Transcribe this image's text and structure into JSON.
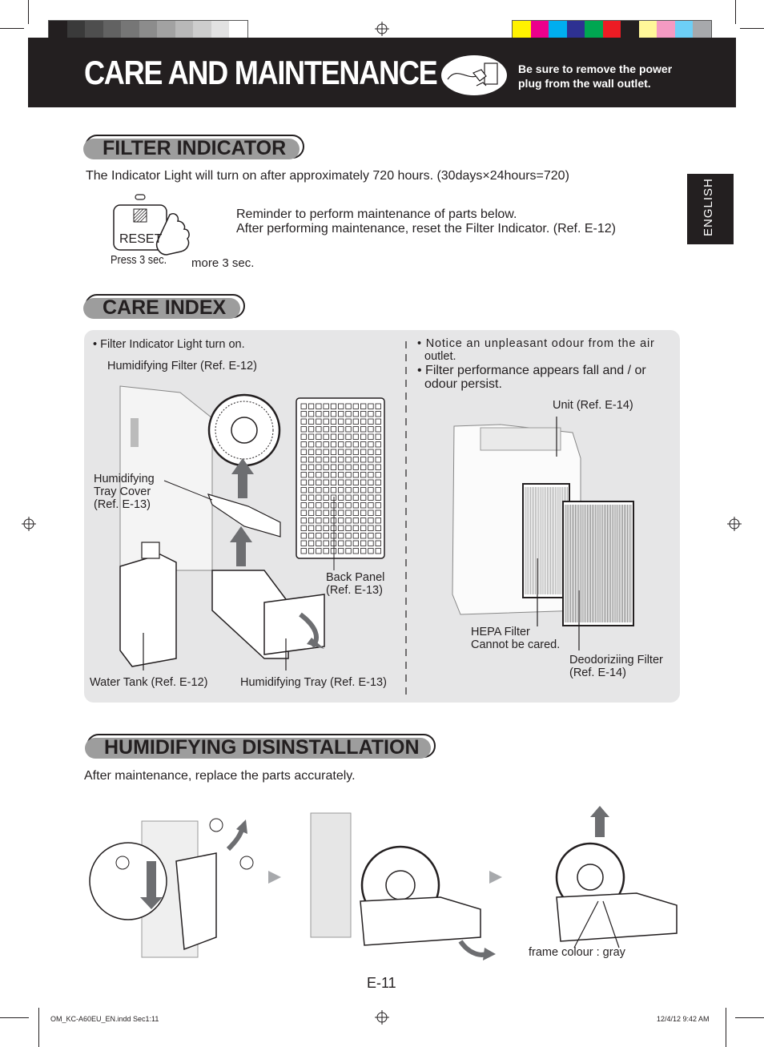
{
  "header": {
    "title": "CARE AND MAINTENANCE",
    "note": "Be sure to remove the power plug from the wall outlet."
  },
  "side_tab": {
    "label": "ENGLISH"
  },
  "filter_indicator": {
    "heading": "FILTER INDICATOR",
    "intro": "The Indicator Light will turn on after approximately 720 hours. (30days×24hours=720)",
    "reset_button_label": "RESET",
    "press_label": "Press 3 sec.",
    "more_label": "more 3 sec.",
    "reminder_line1": "Reminder to perform maintenance of parts below.",
    "reminder_line2": "After performing maintenance, reset the Filter Indicator. (Ref. E-12)"
  },
  "care_index": {
    "heading": "CARE INDEX",
    "left_bullet": "• Filter Indicator Light turn on.",
    "humidifying_filter": "Humidifying Filter (Ref. E-12)",
    "tray_cover_line1": "Humidifying",
    "tray_cover_line2": "Tray Cover",
    "tray_cover_line3": "(Ref. E-13)",
    "back_panel_line1": "Back Panel",
    "back_panel_line2": "(Ref. E-13)",
    "water_tank": "Water Tank (Ref. E-12)",
    "humidifying_tray": "Humidifying Tray (Ref. E-13)",
    "right_bullet1_line1": "• Notice an unpleasant odour from the air",
    "right_bullet1_line2": "outlet.",
    "right_bullet2_line1": "• Filter performance appears fall and / or",
    "right_bullet2_line2": "odour persist.",
    "unit": "Unit (Ref. E-14)",
    "hepa_line1": "HEPA Filter",
    "hepa_line2": "Cannot be cared.",
    "deodorizing_line1": "Deodoriziing Filter",
    "deodorizing_line2": "(Ref. E-14)"
  },
  "disinstallation": {
    "heading": "HUMIDIFYING DISINSTALLATION",
    "intro": "After maintenance, replace the parts accurately.",
    "frame_note": "frame colour : gray"
  },
  "footer": {
    "page_number": "E-11",
    "file_info": "OM_KC-A60EU_EN.indd   Sec1:11",
    "timestamp": "12/4/12   9:42 AM"
  },
  "colors": {
    "header_bg": "#231f20",
    "panel_bg": "#e6e6e7",
    "gray_swatches": [
      "#231f20",
      "#3a3a3a",
      "#4e4e4e",
      "#626262",
      "#767676",
      "#8c8c8c",
      "#a2a2a2",
      "#b8b8b8",
      "#cdcdcd",
      "#e2e2e2",
      "#ffffff"
    ],
    "color_swatches": [
      "#fff200",
      "#ec008c",
      "#00aeef",
      "#2e3192",
      "#00a651",
      "#ed1c24",
      "#231f20",
      "#fff799",
      "#f49ac2",
      "#6dcff6",
      "#a7a9ac"
    ]
  }
}
